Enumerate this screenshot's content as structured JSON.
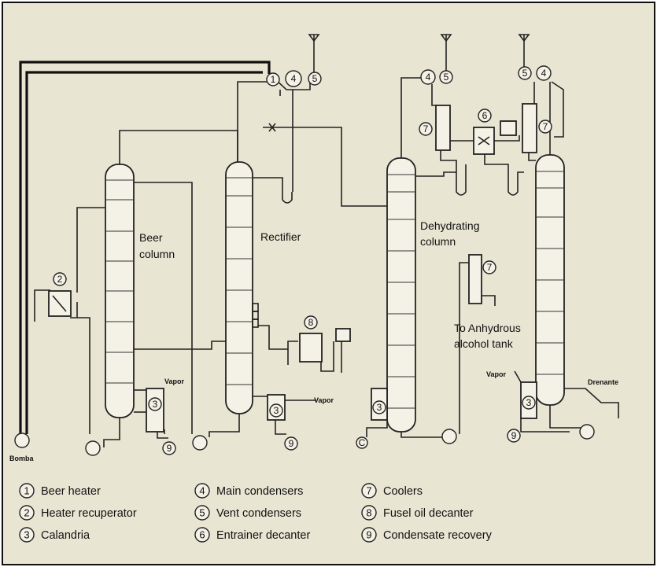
{
  "labels": {
    "beer_column_line1": "Beer",
    "beer_column_line2": "column",
    "rectifier": "Rectifier",
    "dehydrating_line1": "Dehydrating",
    "dehydrating_line2": "column",
    "anhydrous_line1": "To Anhydrous",
    "anhydrous_line2": "alcohol tank",
    "vapor": "Vapor",
    "drenante": "Drenante",
    "bomba": "Bomba"
  },
  "legend": [
    {
      "num": "1",
      "text": "Beer heater"
    },
    {
      "num": "2",
      "text": "Heater recuperator"
    },
    {
      "num": "3",
      "text": "Calandria"
    },
    {
      "num": "4",
      "text": "Main condensers"
    },
    {
      "num": "5",
      "text": "Vent condensers"
    },
    {
      "num": "6",
      "text": "Entrainer decanter"
    },
    {
      "num": "7",
      "text": "Coolers"
    },
    {
      "num": "8",
      "text": "Fusel oil decanter"
    },
    {
      "num": "9",
      "text": "Condensate recovery"
    }
  ],
  "markers": {
    "beer_heater": "1",
    "heater_recuperator": "2",
    "calandria": "3",
    "main_condenser": "4",
    "vent_condenser": "5",
    "entrainer_decanter": "6",
    "cooler": "7",
    "fusel_oil_decanter": "8",
    "condensate_recovery": "9",
    "condensate_recovery_partial": "C"
  },
  "colors": {
    "paper": "#e9e5d3",
    "ink": "#222222"
  }
}
